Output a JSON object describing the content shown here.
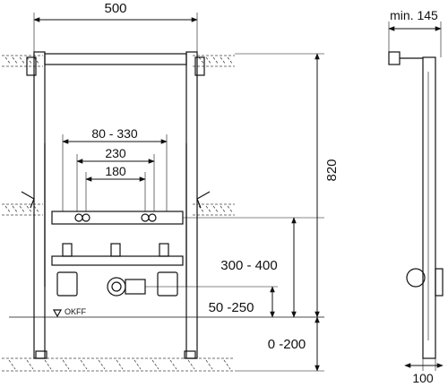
{
  "labels": {
    "width_total": "500",
    "min_depth": "min. 145",
    "height_total": "820",
    "spacing_outer": "80 - 330",
    "spacing_mid": "230",
    "spacing_inner": "180",
    "height_connection": "300 - 400",
    "height_drain": "50 -250",
    "height_floor": "0 -200",
    "depth": "100",
    "floor_mark": "OKFF"
  },
  "colors": {
    "line": "#111111",
    "hatch": "#444444",
    "background": "#ffffff"
  }
}
